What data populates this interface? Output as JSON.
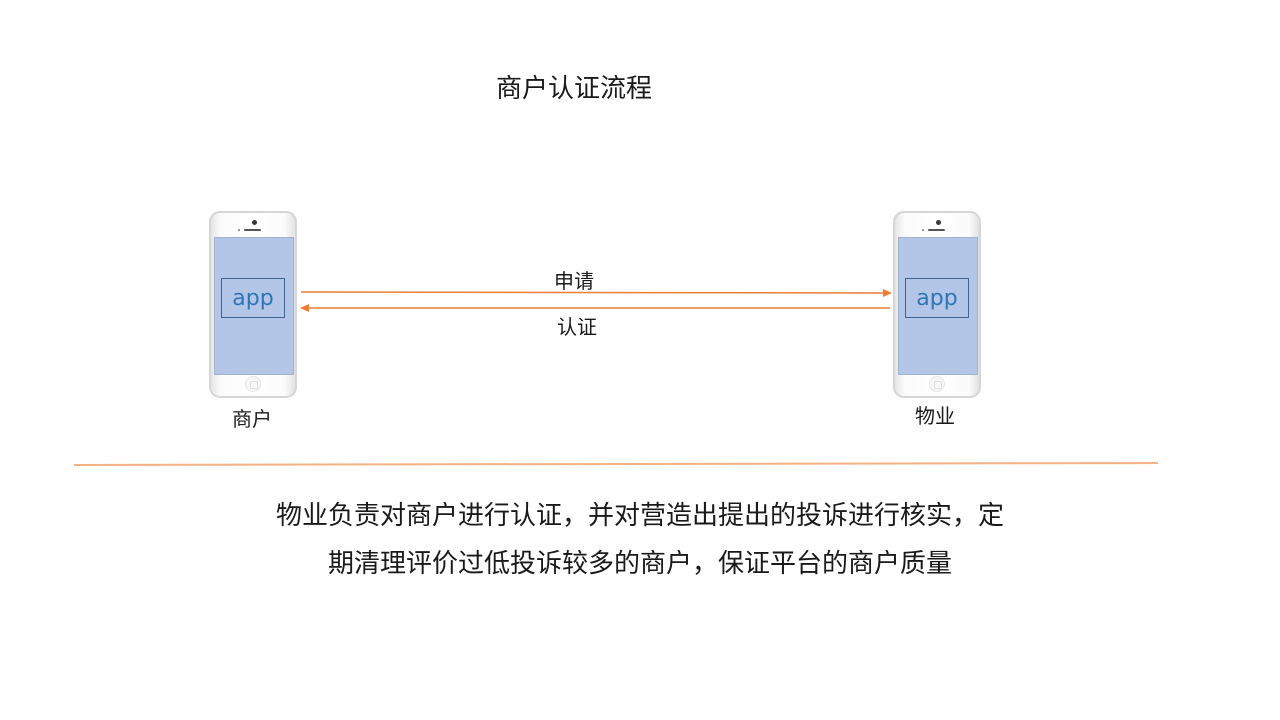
{
  "title": "商户认证流程",
  "left_phone": {
    "app_label": "app",
    "caption": "商户"
  },
  "right_phone": {
    "app_label": "app",
    "caption": "物业"
  },
  "arrow_top_label": "申请",
  "arrow_bottom_label": "认证",
  "description": {
    "line1": "物业负责对商户进行认证，并对营造出提出的投诉进行核实，定",
    "line2": "期清理评价过低投诉较多的商户，保证平台的商户质量"
  },
  "colors": {
    "arrow": "#ed7d31",
    "screen": "#b4c6e7",
    "app_text": "#2e75b6",
    "divider": "#f4b183"
  }
}
